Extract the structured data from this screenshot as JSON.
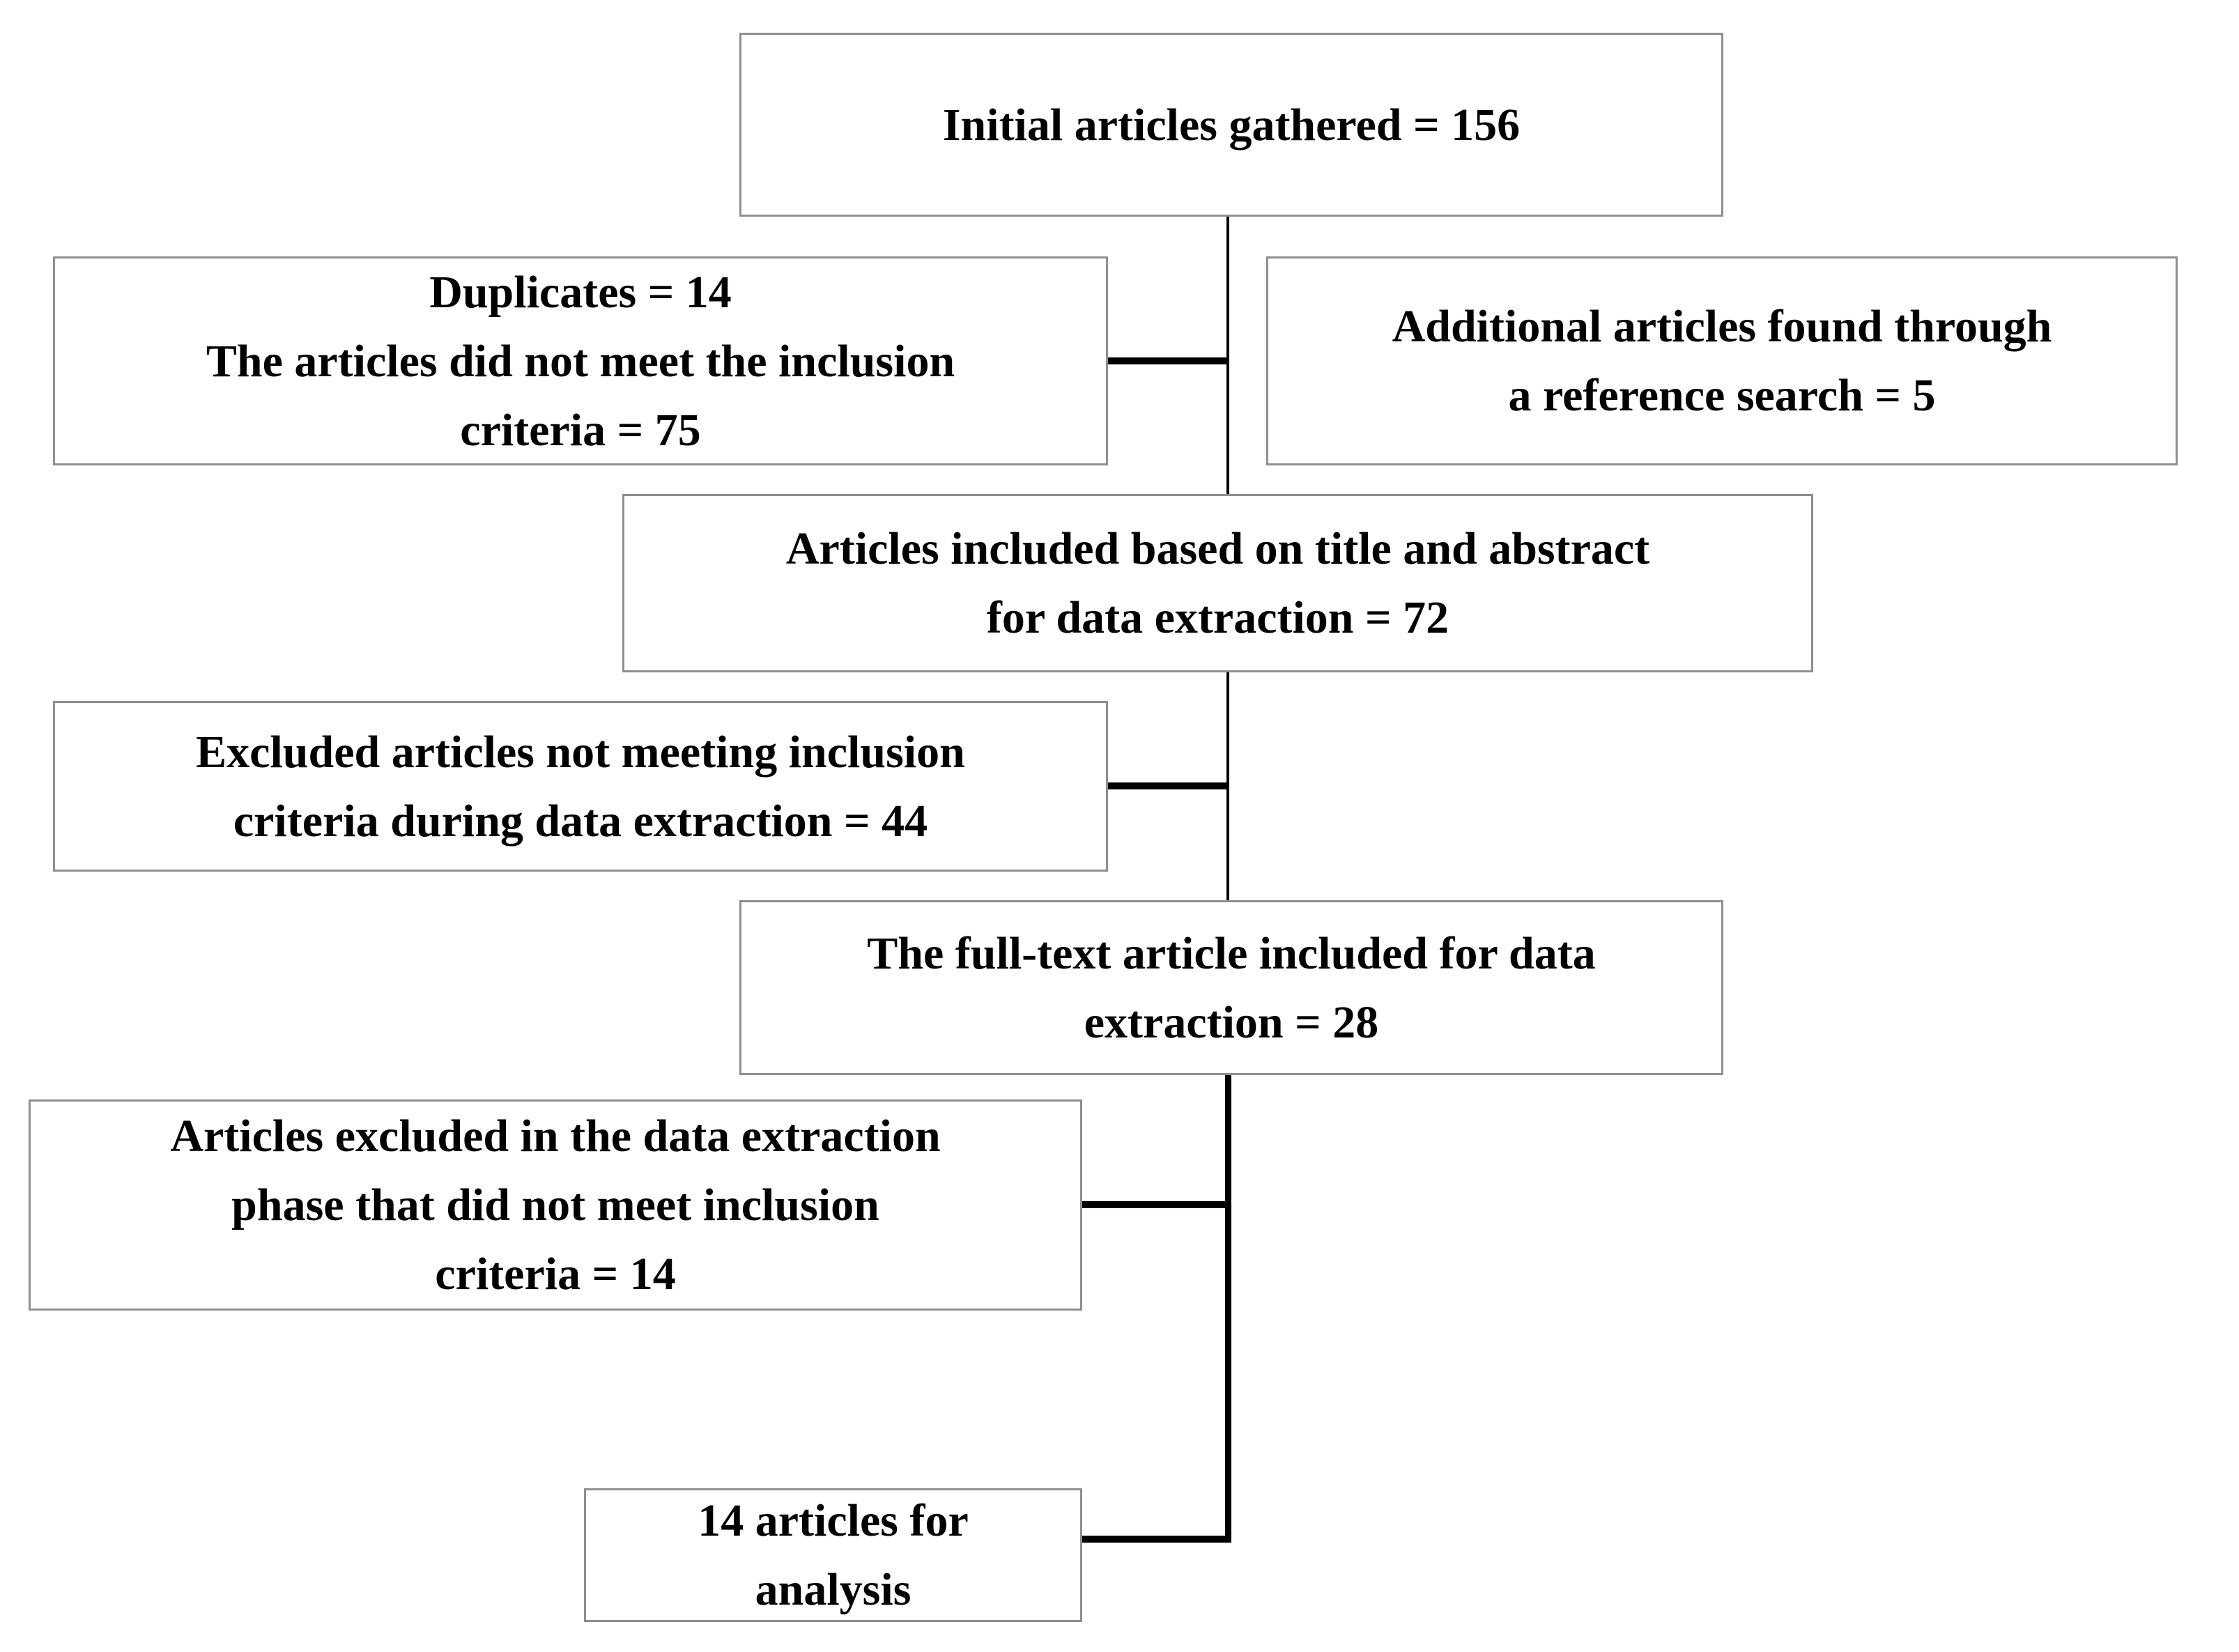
{
  "colors": {
    "page_background": "#ffffff",
    "box_background": "#ffffff",
    "box_border": "#8f8f8f",
    "text": "#000000",
    "connector": "#000000"
  },
  "flowchart": {
    "boxes": {
      "initial": {
        "lines": [
          "Initial articles gathered = 156"
        ],
        "value": 156
      },
      "duplicates_excluded": {
        "lines": [
          "Duplicates = 14",
          "The articles did not meet the inclusion",
          "criteria = 75"
        ],
        "duplicates_value": 14,
        "not_meeting_criteria_value": 75
      },
      "additional_reference": {
        "lines": [
          "Additional articles found through",
          "a reference search = 5"
        ],
        "value": 5
      },
      "included_title_abstract": {
        "lines": [
          "Articles included based on title and abstract",
          "for data extraction = 72"
        ],
        "value": 72
      },
      "excluded_data_extraction": {
        "lines": [
          "Excluded articles not meeting inclusion",
          "criteria during data extraction = 44"
        ],
        "value": 44
      },
      "fulltext_included": {
        "lines": [
          "The full-text article included for data",
          "extraction = 28"
        ],
        "value": 28
      },
      "excluded_phase": {
        "lines": [
          "Articles excluded in the data extraction",
          "phase that did not meet inclusion",
          "criteria = 14"
        ],
        "value": 14
      },
      "final_analysis": {
        "lines": [
          "14 articles for",
          "analysis"
        ],
        "value": 14
      }
    }
  }
}
